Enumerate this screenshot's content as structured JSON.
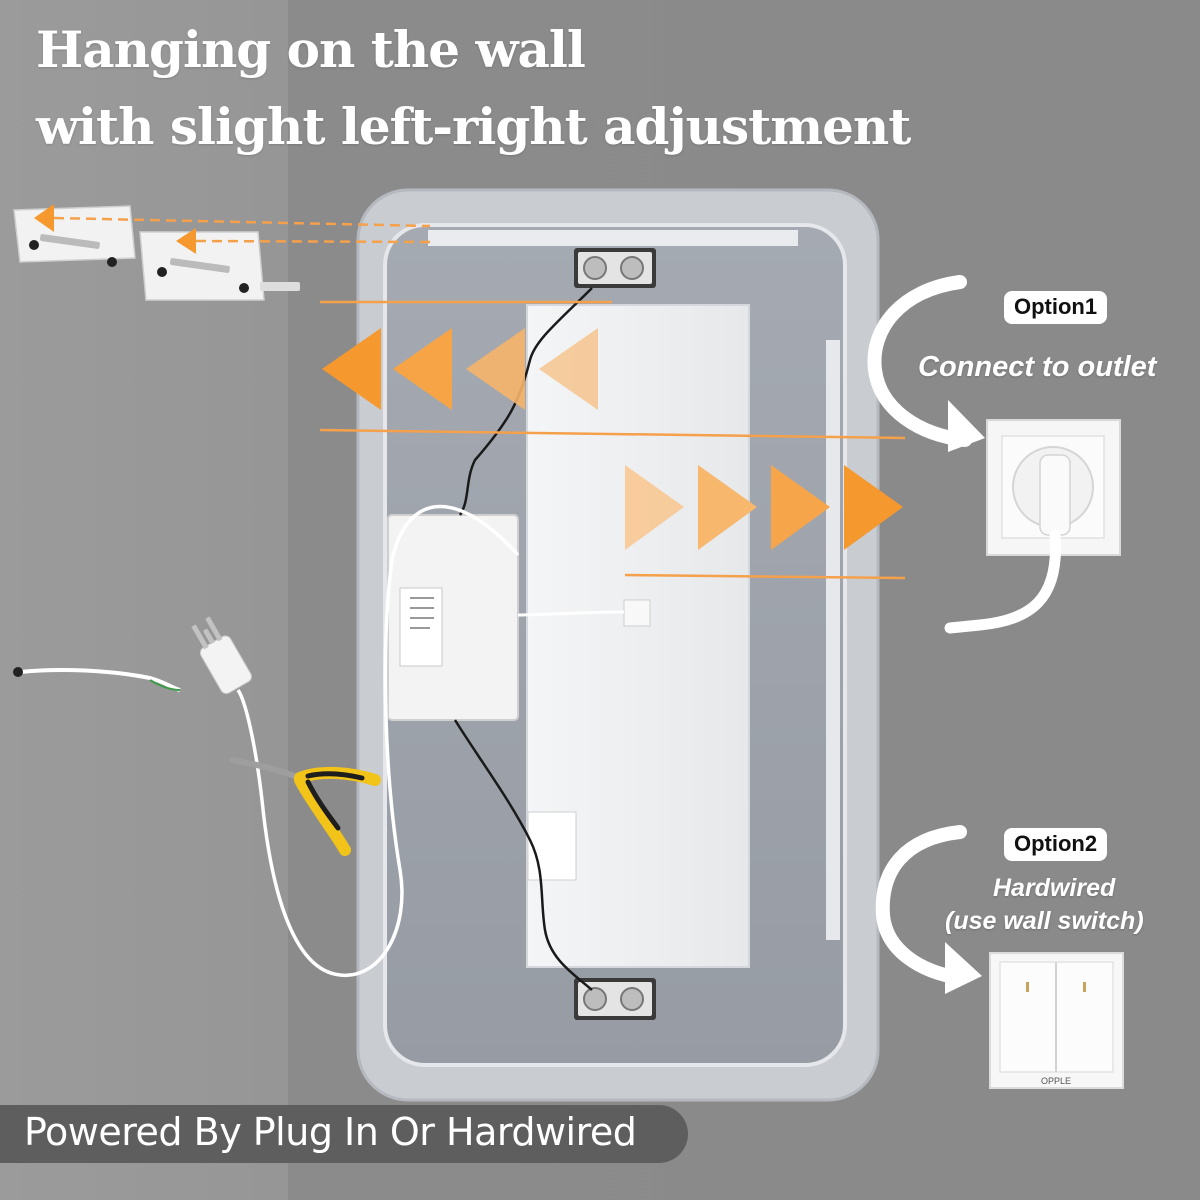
{
  "headline": {
    "line1": "Hanging on the wall",
    "line2": "with slight left-right adjustment"
  },
  "option1": {
    "badge": "Option1",
    "description": "Connect to outlet"
  },
  "option2": {
    "badge": "Option2",
    "description_line1": "Hardwired",
    "description_line2": "(use wall switch)"
  },
  "footer": {
    "banner_text": "Powered By Plug In Or Hardwired"
  },
  "switch_brand": "OPPLE",
  "colors": {
    "background_left": "#9a9a9a",
    "background_right": "#888888",
    "accent_orange": "#f5a04a",
    "banner": "#5e5e5e",
    "mirror_back": "#9ea3ab",
    "mirror_frame": "#c8cbd0"
  },
  "icons": [
    "mounting-bracket-icon",
    "electrical-plug-icon",
    "wire-stripper-icon",
    "wall-outlet-icon",
    "wall-switch-icon",
    "curved-arrow-icon"
  ]
}
